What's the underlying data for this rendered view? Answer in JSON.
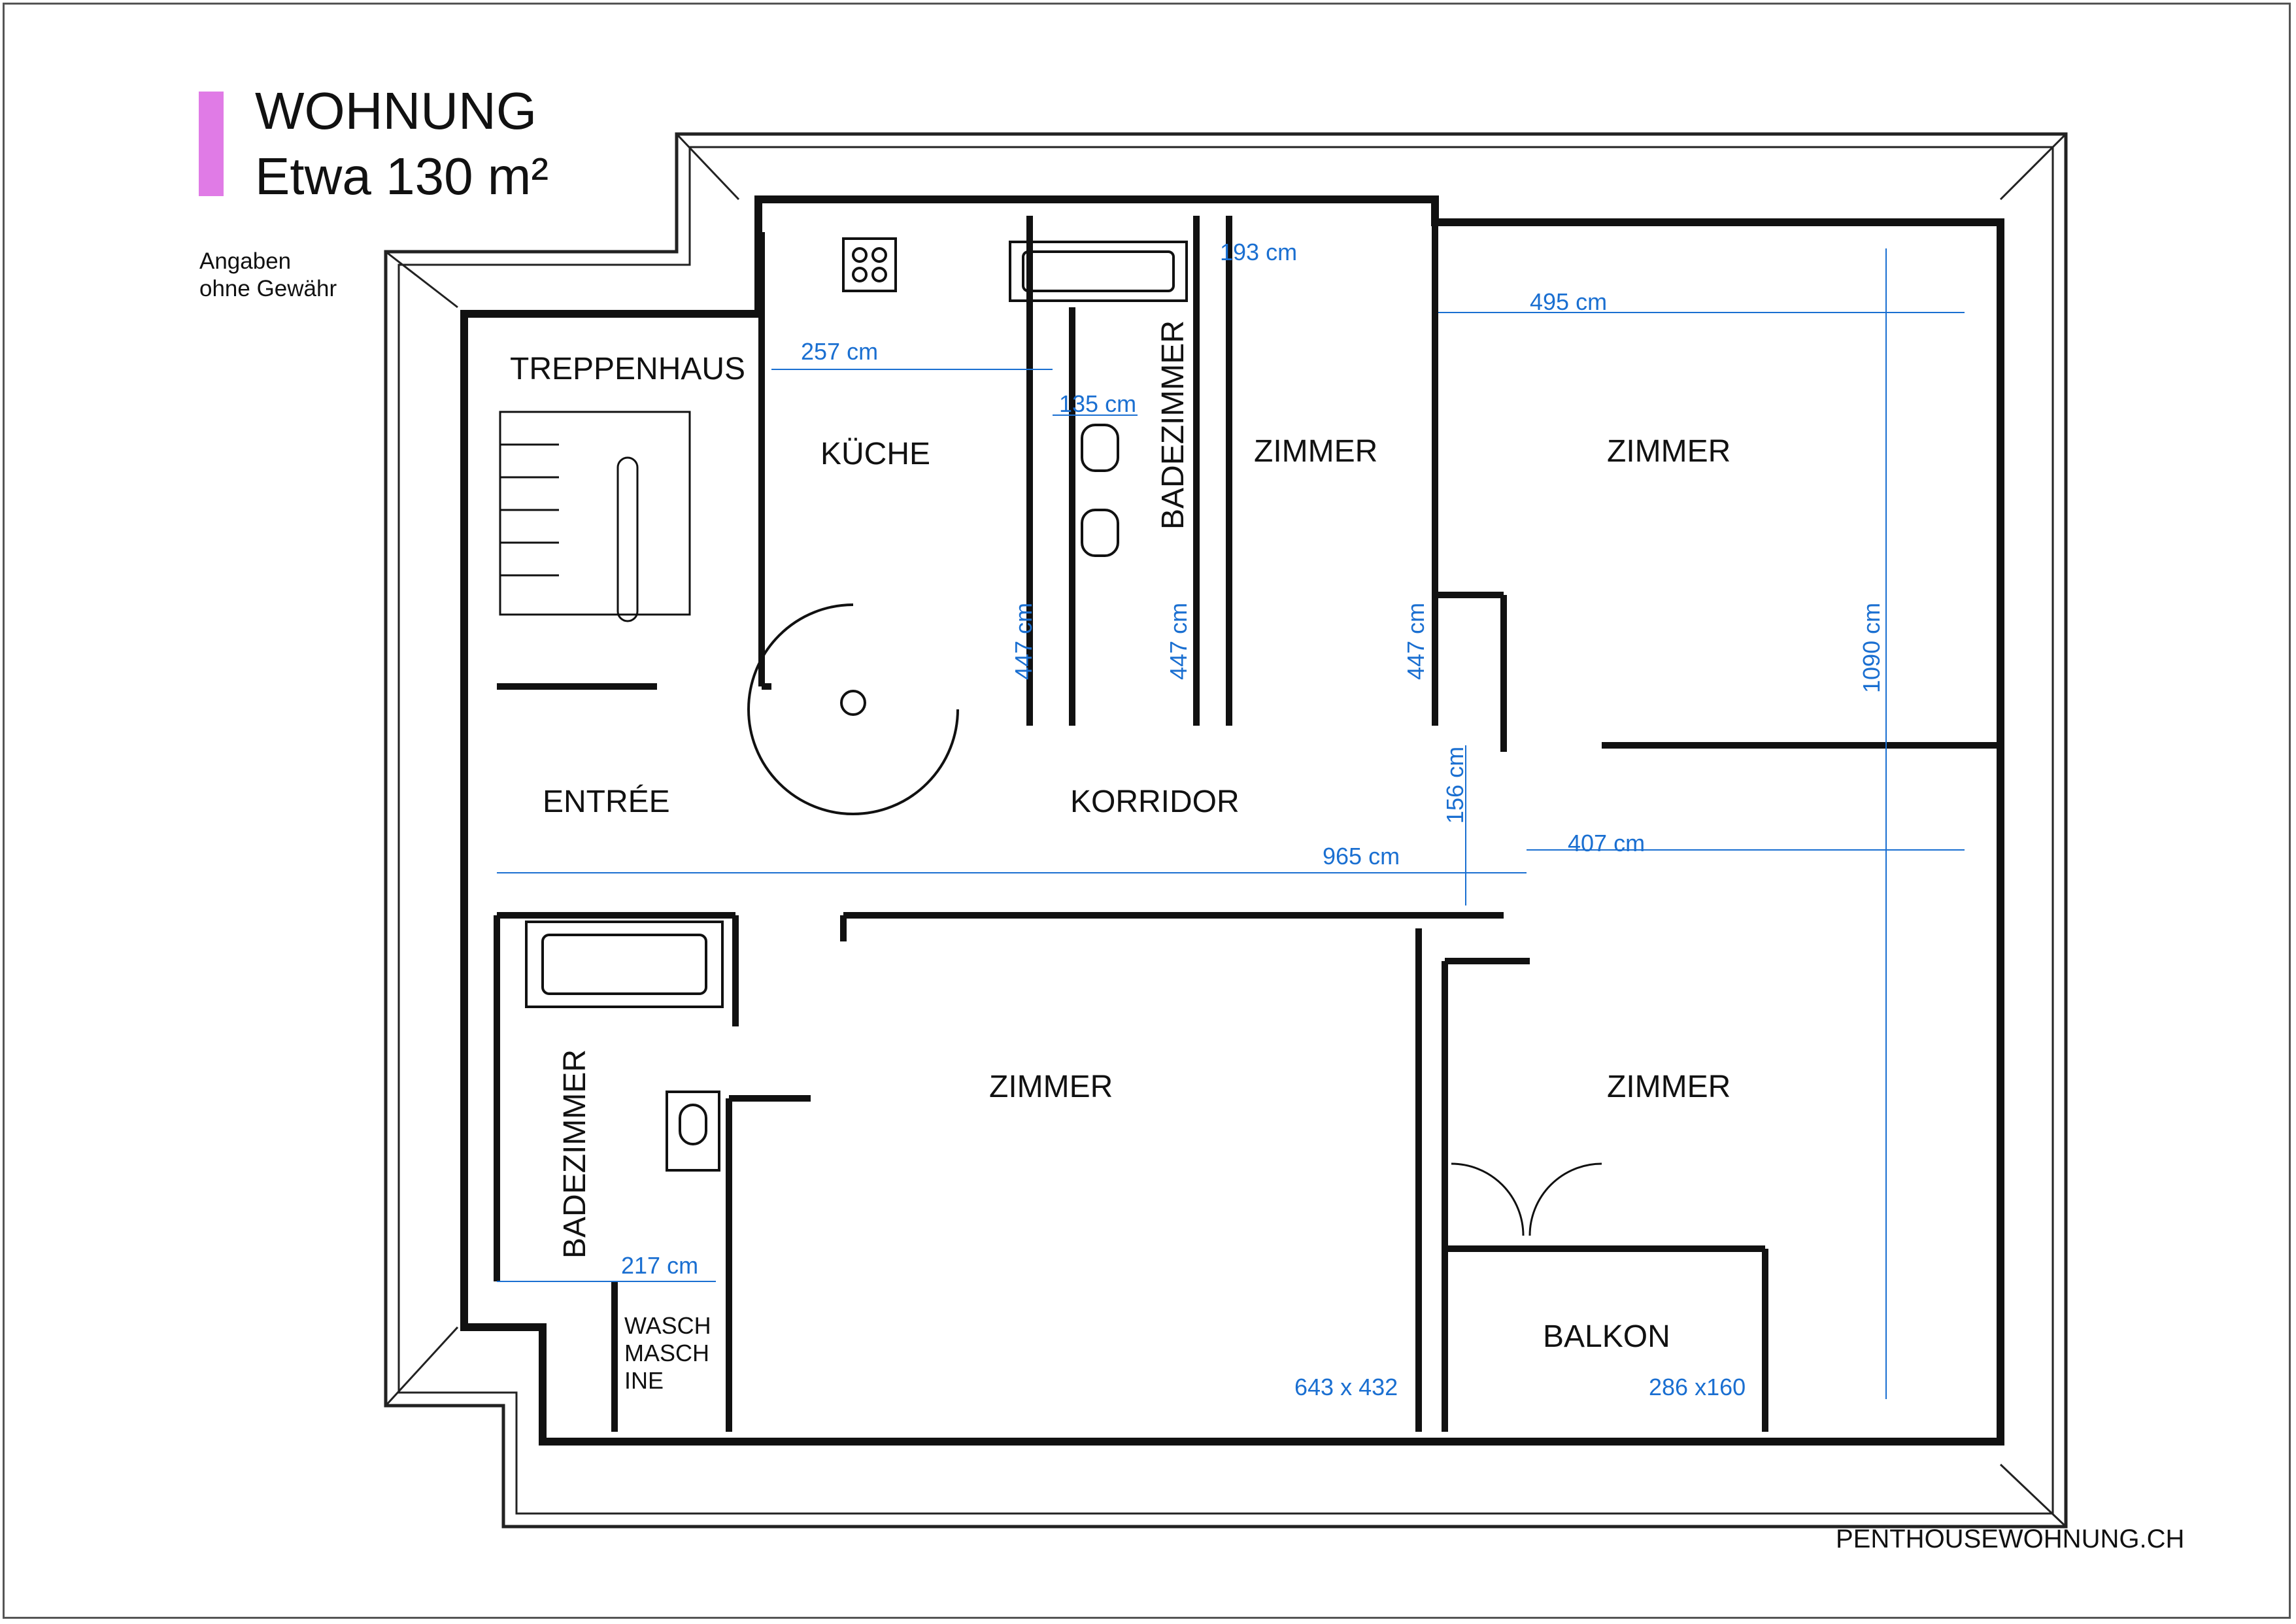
{
  "header": {
    "title_line1": "WOHNUNG",
    "title_line2": "Etwa 130 m²",
    "accent_color": "#e07be6",
    "disclaimer_line1": "Angaben",
    "disclaimer_line2": "ohne Gewähr"
  },
  "rooms": {
    "treppenhaus": "TREPPENHAUS",
    "kueche": "KÜCHE",
    "badezimmer_top": "BADEZIMMER",
    "zimmer_1": "ZIMMER",
    "zimmer_2": "ZIMMER",
    "entree": "ENTRÉE",
    "korridor": "KORRIDOR",
    "badezimmer_bottom": "BADEZIMMER",
    "zimmer_3": "ZIMMER",
    "zimmer_4": "ZIMMER",
    "balkon": "BALKON",
    "waschmaschine_1": "WASCH",
    "waschmaschine_2": "MASCH",
    "waschmaschine_3": "INE"
  },
  "dimensions": {
    "kueche_width": "257 cm",
    "bad_width": "135 cm",
    "zimmer1_width": "193 cm",
    "zimmer2_width": "495 cm",
    "kueche_depth": "447 cm",
    "bad_depth": "447 cm",
    "zimmer1_depth": "447 cm",
    "total_depth": "1090 cm",
    "korridor_width": "156 cm",
    "total_width": "965 cm",
    "zimmer4_width": "407 cm",
    "bad2_width": "217 cm",
    "zimmer3_size": "643 x 432",
    "balkon_size": "286 x160"
  },
  "colors": {
    "dimension": "#1a6fd1",
    "wall": "#111111"
  },
  "footer": {
    "website": "PENTHOUSEWOHNUNG.CH"
  }
}
